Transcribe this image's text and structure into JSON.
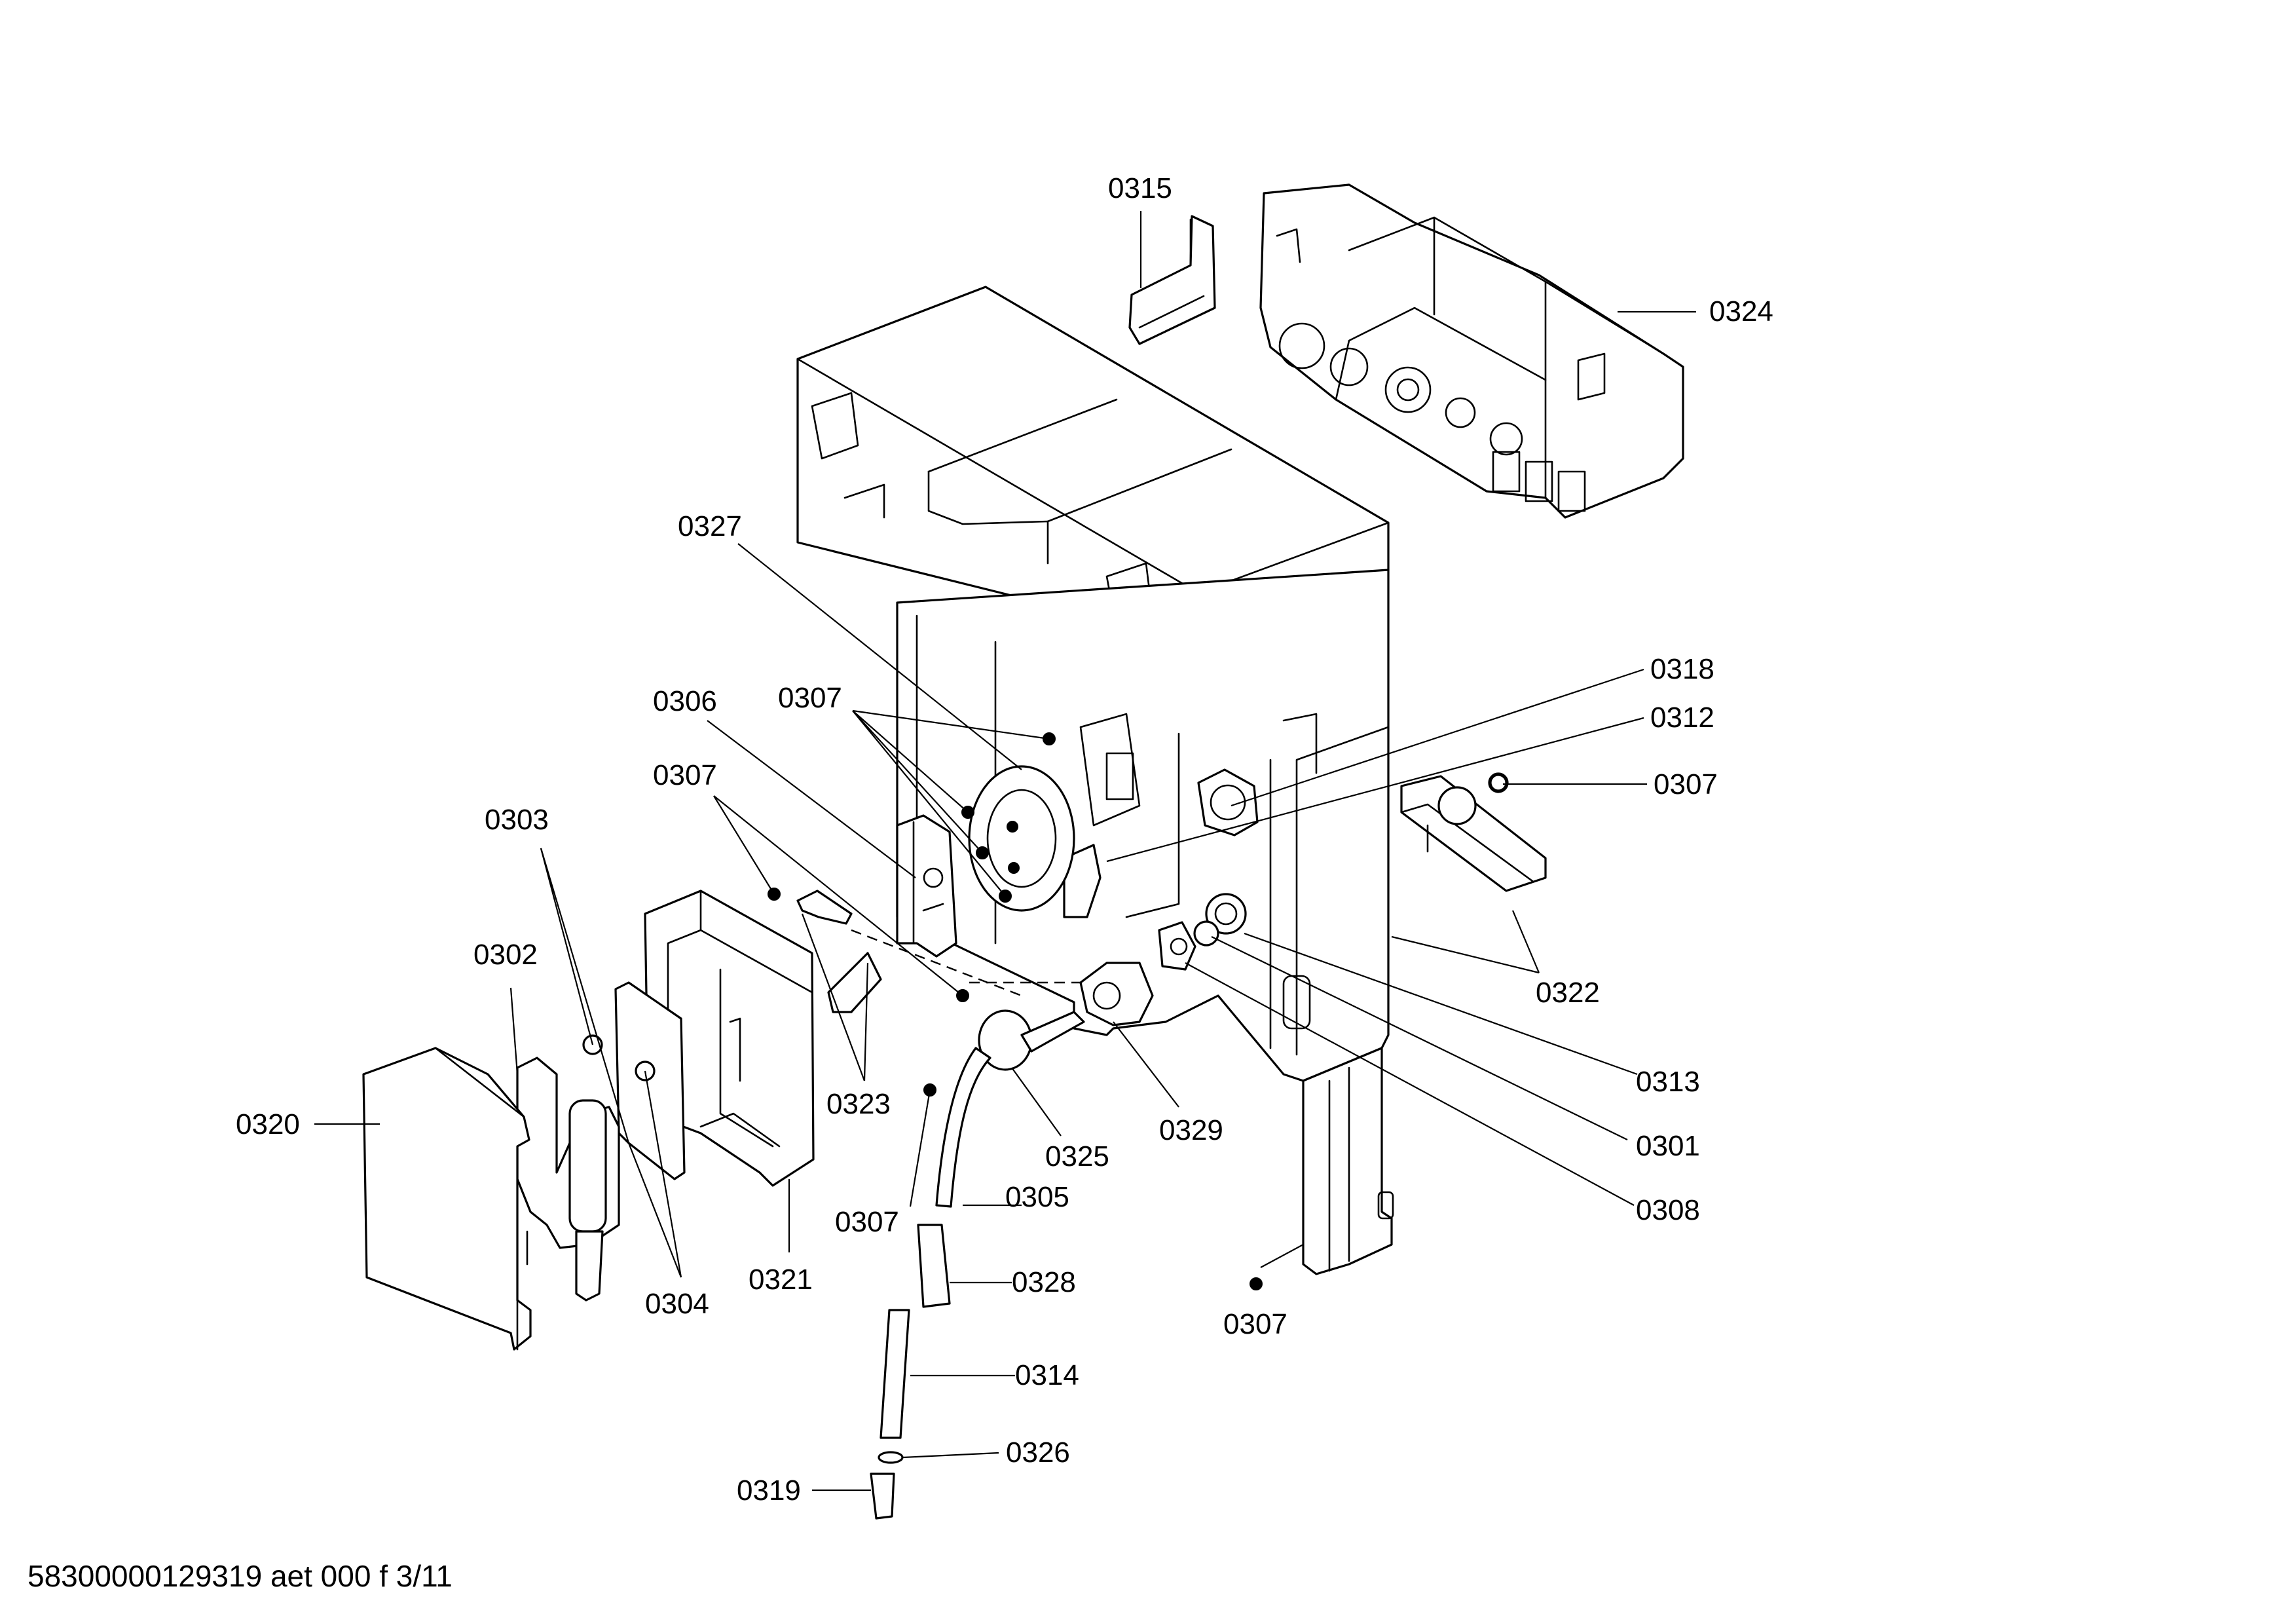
{
  "labels": {
    "l0315": "0315",
    "l0324": "0324",
    "l0327": "0327",
    "l0318": "0318",
    "l0312": "0312",
    "l0307_top": "0307",
    "l0306": "0306",
    "l0307_left": "0307",
    "l0307_right": "0307",
    "l0303": "0303",
    "l0302": "0302",
    "l0320": "0320",
    "l0322": "0322",
    "l0323": "0323",
    "l0325": "0325",
    "l0329": "0329",
    "l0313": "0313",
    "l0301": "0301",
    "l0308": "0308",
    "l0305": "0305",
    "l0307_bottom": "0307",
    "l0304": "0304",
    "l0321": "0321",
    "l0328": "0328",
    "l0307_low": "0307",
    "l0314": "0314",
    "l0326": "0326",
    "l0319": "0319"
  },
  "footer": {
    "caption": "58300000129319 aet 000 f 3/11"
  }
}
